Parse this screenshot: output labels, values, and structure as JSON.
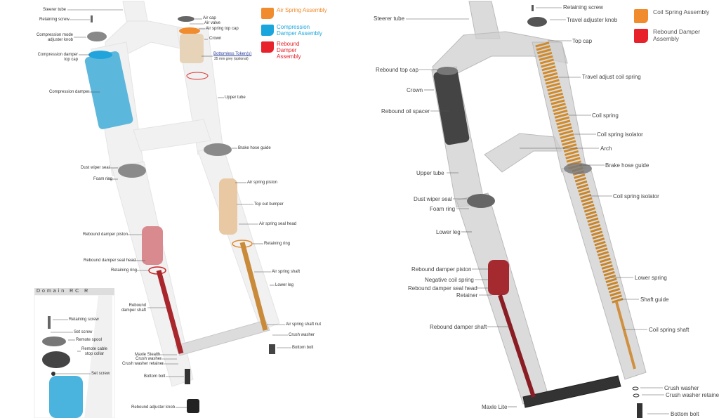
{
  "left_diagram": {
    "legend": [
      {
        "label": "Air Spring Assembly",
        "color": "#f08c2e"
      },
      {
        "label": "Compression Damper Assembly",
        "color": "#1aa6dc"
      },
      {
        "label": "Rebound Damper Assembly",
        "color": "#e8222b"
      }
    ],
    "labels": {
      "steerer_tube": "Steerer tube",
      "retaining_screw": "Retaining screw",
      "compression_mode_adjuster_knob_1": "Compression mode",
      "compression_mode_adjuster_knob_2": "adjuster knob",
      "compression_damper_top_cap_1": "Compression damper",
      "compression_damper_top_cap_2": "top cap",
      "compression_damper": "Compression damper",
      "air_cap": "Air cap",
      "air_valve": "Air valve",
      "air_spring_top_cap": "Air spring top cap",
      "crown": "Crown",
      "bottomless_tokens": "Bottomless Token(s)",
      "bottomless_tokens_note": "35 mm grey (optional)",
      "upper_tube": "Upper tube",
      "brake_hose_guide": "Brake hose guide",
      "dust_wiper_seal": "Dust wiper seal",
      "foam_ring": "Foam ring",
      "air_spring_piston": "Air spring piston",
      "top_out_bumper": "Top out bumper",
      "air_spring_seal_head": "Air spring seal head",
      "rebound_damper_piston": "Rebound damper piston",
      "retaining_ring_right": "Retaining ring",
      "rebound_damper_seal_head": "Rebound damper seal head",
      "retaining_ring_left": "Retaining ring",
      "air_spring_shaft": "Air spring shaft",
      "lower_leg": "Lower leg",
      "rebound_damper_shaft_1": "Rebound",
      "rebound_damper_shaft_2": "damper shaft",
      "air_spring_shaft_nut": "Air spring shaft nut",
      "crush_washer_right": "Crush washer",
      "bottom_bolt_right": "Bottom bolt",
      "maxle_stealth": "Maxle Stealth",
      "crush_washer_left": "Crush washer",
      "crush_washer_retainer": "Crush washer retainer",
      "bottom_bolt_left": "Bottom bolt",
      "rebound_adjuster_knob": "Rebound adjuster knob"
    },
    "inset": {
      "title": "Domain RC R",
      "retaining_screw": "Retaining screw",
      "set_screw_top": "Set screw",
      "remote_spool": "Remote spool",
      "remote_cable_stop_collar_1": "Remote cable",
      "remote_cable_stop_collar_2": "stop collar",
      "set_screw_bottom": "Set screw"
    }
  },
  "right_diagram": {
    "legend": [
      {
        "label": "Coil Spring Assembly",
        "color": "#f08c2e"
      },
      {
        "label": "Rebound Damper Assembly",
        "color": "#e8222b"
      }
    ],
    "labels": {
      "steerer_tube": "Steerer tube",
      "retaining_screw": "Retaining screw",
      "travel_adjuster_knob": "Travel adjuster knob",
      "top_cap": "Top cap",
      "rebound_top_cap": "Rebound top cap",
      "travel_adjust_coil_spring": "Travel adjust coil spring",
      "crown": "Crown",
      "rebound_oil_spacer": "Rebound oil spacer",
      "coil_spring": "Coil spring",
      "coil_spring_isolator_upper": "Coil spring isolator",
      "arch": "Arch",
      "brake_hose_guide": "Brake hose guide",
      "upper_tube": "Upper tube",
      "coil_spring_isolator_lower": "Coil spring isolator",
      "dust_wiper_seal": "Dust wiper seal",
      "foam_ring": "Foam ring",
      "lower_leg": "Lower leg",
      "rebound_damper_piston": "Rebound damper piston",
      "negative_coil_spring": "Negative coil spring",
      "lower_spring": "Lower spring",
      "rebound_damper_seal_head": "Rebound damper seal head",
      "retainer": "Retainer",
      "shaft_guide": "Shaft guide",
      "rebound_damper_shaft": "Rebound damper shaft",
      "coil_spring_shaft": "Coil spring shaft",
      "crush_washer": "Crush washer",
      "crush_washer_retainer": "Crush washer retainer",
      "maxle_lite": "Maxle Lite",
      "bottom_bolt": "Bottom bolt"
    }
  }
}
